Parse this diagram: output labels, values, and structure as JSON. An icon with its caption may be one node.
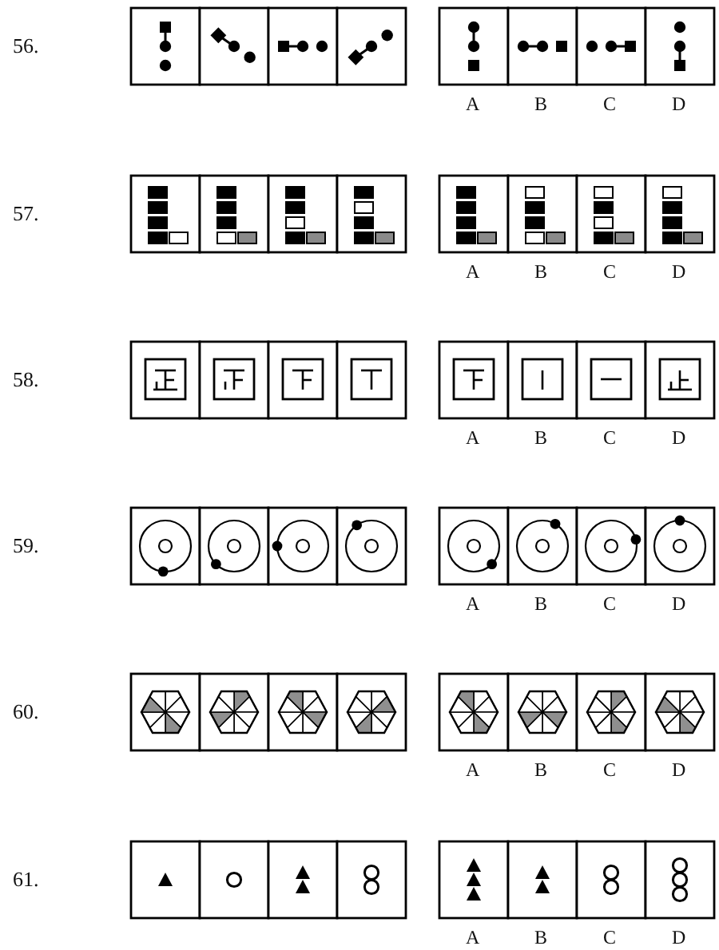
{
  "diagram": {
    "labels": [
      "56.",
      "A",
      "B",
      "C",
      "D",
      "57.",
      "A",
      "B",
      "C",
      "D",
      "58.",
      "A",
      "B",
      "C",
      "D",
      "59.",
      "A",
      "B",
      "C",
      "D",
      "60.",
      "A",
      "B",
      "C",
      "D",
      "61.",
      "A",
      "B",
      "C",
      "D"
    ]
  }
}
